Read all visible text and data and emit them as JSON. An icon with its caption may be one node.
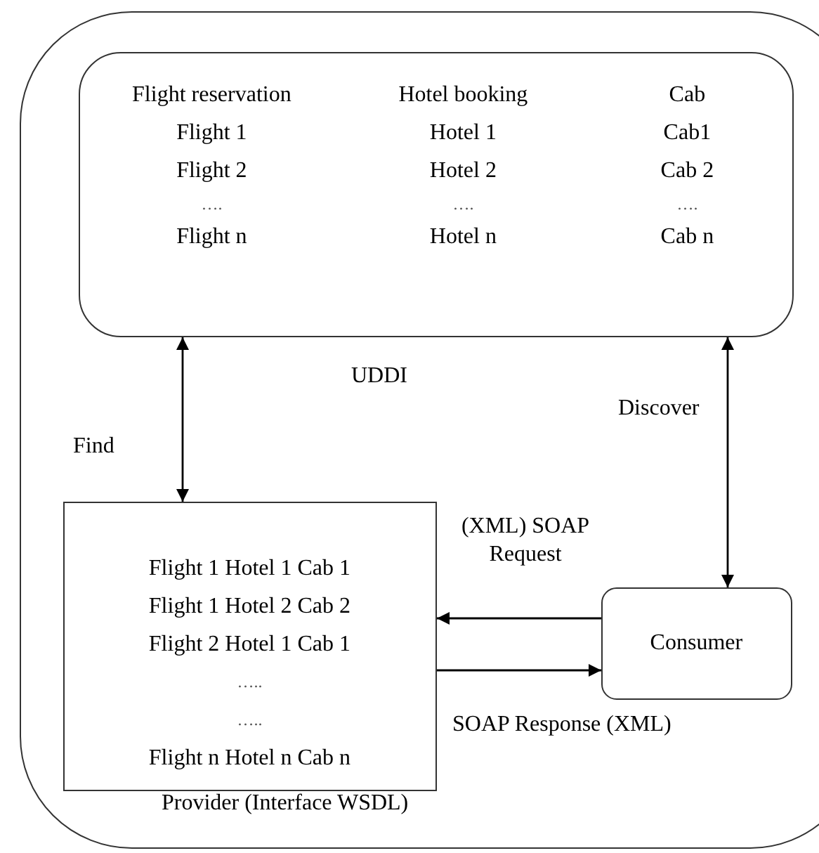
{
  "diagram": {
    "nodes": [
      {
        "text": [],
        "shape": "box"
      },
      {
        "text": [
          "Flight reservation",
          "Hotel booking",
          "Cab",
          "Flight 1",
          "Hotel 1",
          "Cab1",
          "Flight 2",
          "Hotel 2",
          "Cab 2",
          "….",
          "….",
          "….",
          "Flight n",
          "Hotel n",
          "Cab n"
        ],
        "in": 0,
        "beside": [
          "UDDI"
        ]
      },
      {
        "text": [
          "Flight 1 Hotel 1 Cab 1",
          "Flight 1 Hotel 2 Cab 2",
          "Flight 2 Hotel 1 Cab 1",
          "…..",
          "…..",
          "Flight n Hotel n Cab n"
        ],
        "in": 0,
        "beside": [
          "Provider (Interface WSDL)"
        ]
      },
      {
        "text": [
          "Consumer"
        ],
        "in": 0
      }
    ],
    "edges": [
      {
        "from": 1,
        "to": 2,
        "arrow": "both",
        "label": "Find"
      },
      {
        "from": 1,
        "to": 3,
        "arrow": "both",
        "label": "Discover"
      },
      {
        "from": 3,
        "to": 2,
        "arrow": "to",
        "label": "(XML) SOAP Request"
      },
      {
        "from": 2,
        "to": 3,
        "arrow": "to",
        "label": "SOAP Response (XML)"
      }
    ]
  }
}
